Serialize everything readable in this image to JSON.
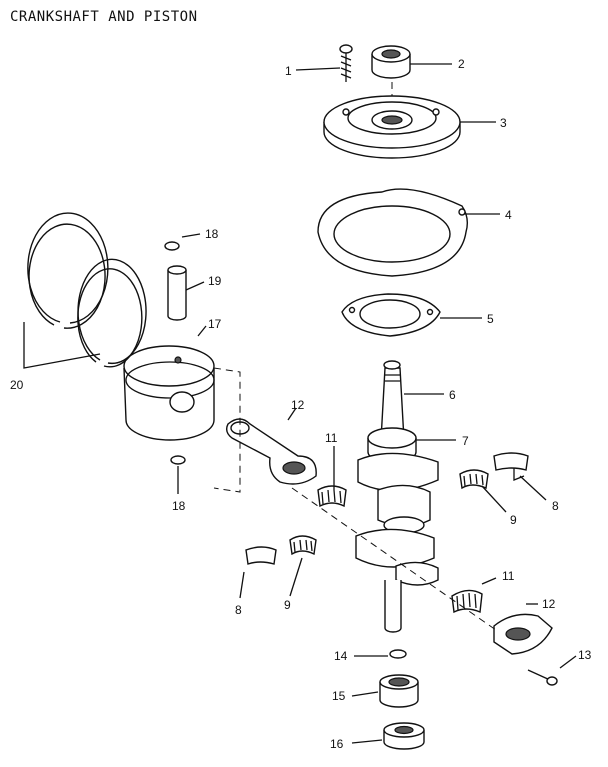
{
  "title": "CRANKSHAFT AND PISTON",
  "callouts": [
    "1",
    "2",
    "3",
    "4",
    "5",
    "6",
    "7",
    "8",
    "8",
    "9",
    "9",
    "11",
    "11",
    "12",
    "12",
    "13",
    "14",
    "15",
    "16",
    "17",
    "18",
    "18",
    "19",
    "20"
  ]
}
